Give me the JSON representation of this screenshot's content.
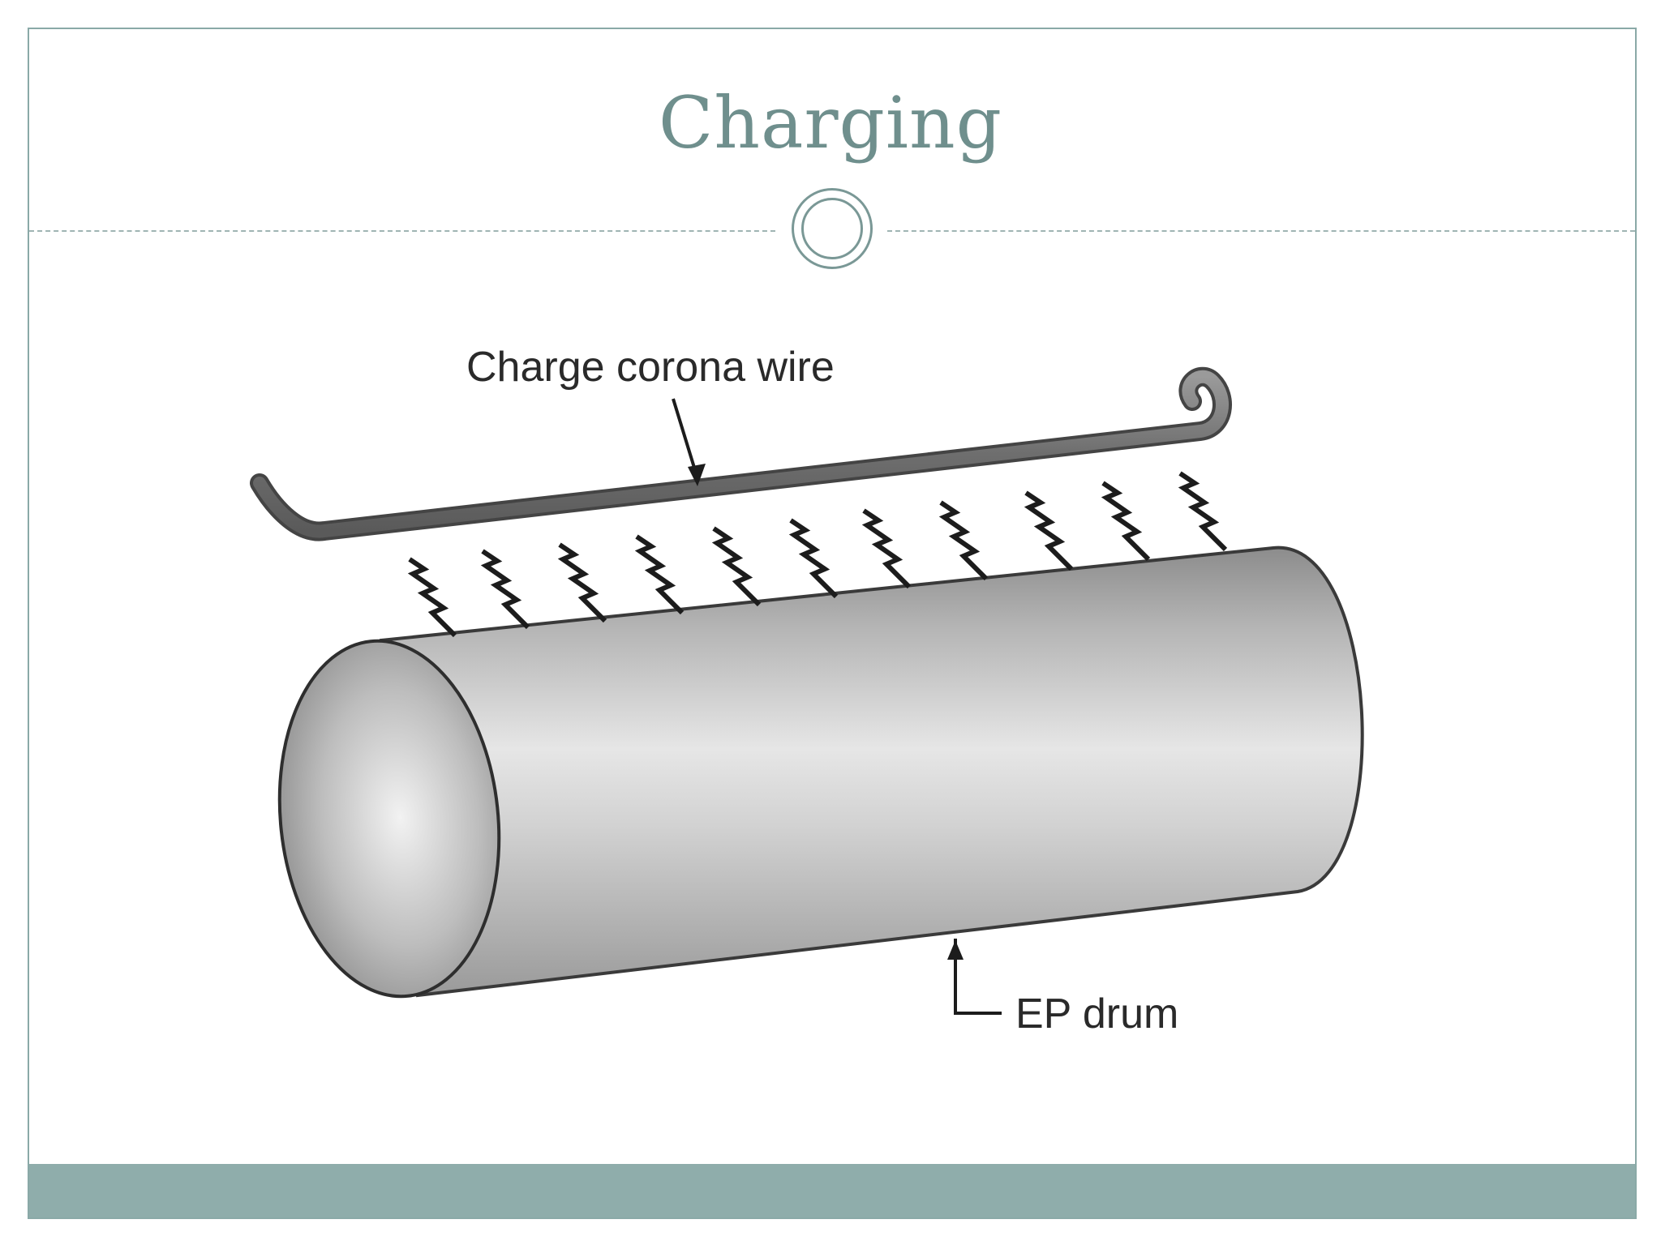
{
  "slide": {
    "title": "Charging"
  },
  "diagram": {
    "labels": {
      "corona_wire": "Charge corona wire",
      "drum": "EP drum"
    }
  },
  "colors": {
    "accent": "#8fadab",
    "title": "#6f8f8d"
  }
}
